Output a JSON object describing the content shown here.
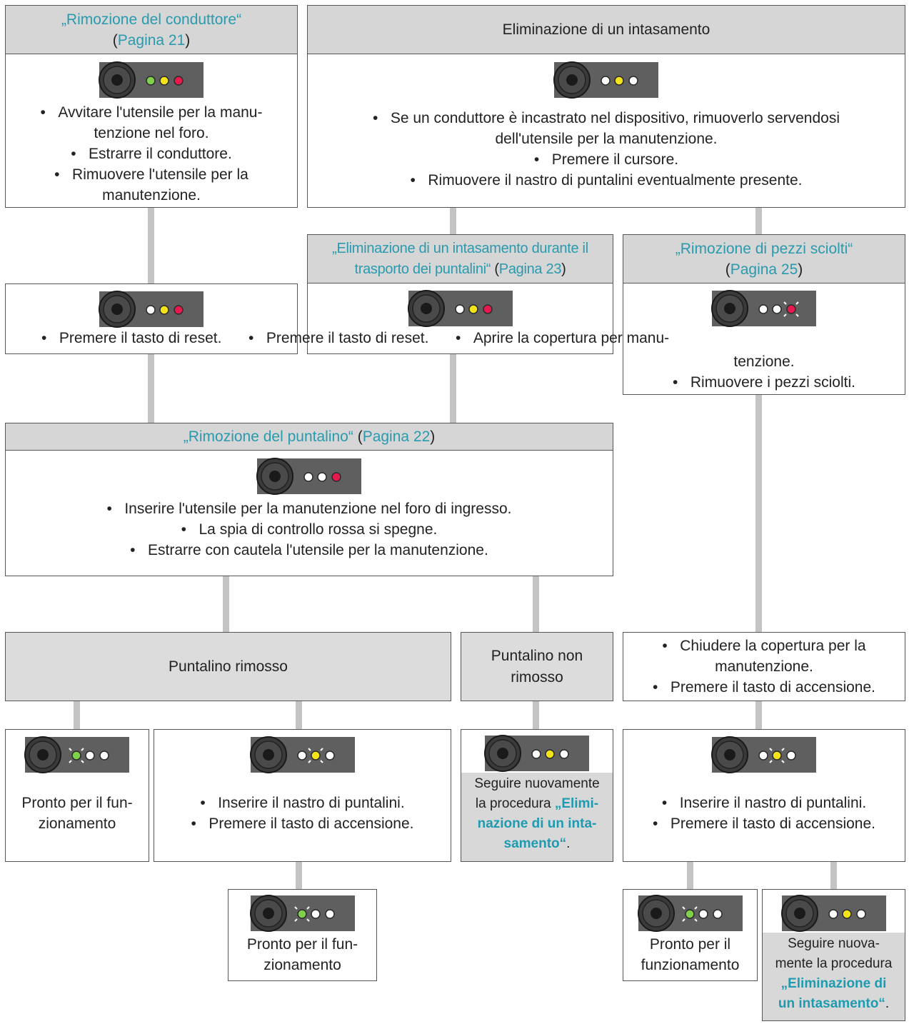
{
  "boxes": {
    "rimozione_conduttore": {
      "title": "„Rimozione del conduttore“",
      "page_ref": "Pagina 21",
      "steps": [
        "Avvitare l'utensile per la manu-",
        "tenzione nel foro.",
        "Estrarre il conduttore.",
        "Rimuovere l'utensile per la",
        "manutenzione."
      ]
    },
    "eliminazione_intasamento": {
      "title": "Eliminazione di un intasamento",
      "steps": [
        "Se un conduttore è incastrato nel dispositivo, rimuoverlo servendosi",
        "dell'utensile per la manutenzione.",
        "Premere il cursore.",
        "Rimuovere il nastro di puntalini eventualmente presente."
      ]
    },
    "eliminazione_trasporto": {
      "title_line1": "„Eliminazione di un intasamento durante il",
      "title_line2": "trasporto dei puntalini“",
      "page_ref": "Pagina 23"
    },
    "rimozione_pezzi": {
      "title": "„Rimozione di pezzi sciolti“",
      "page_ref": "Pagina 25",
      "steps": [
        "tenzione.",
        "Rimuovere i pezzi sciolti."
      ]
    },
    "reset_row": {
      "text_a": "Premere il tasto di reset.",
      "text_b": "Premere il tasto di reset.",
      "text_c": "Aprire la copertura per manu-"
    },
    "rimozione_puntalino": {
      "title": "„Rimozione del puntalino“",
      "page_ref": "Pagina 22",
      "steps": [
        "Inserire l'utensile per la manutenzione nel foro di ingresso.",
        "La spia di controllo rossa si spegne.",
        "Estrarre con cautela l'utensile per la manutenzione."
      ]
    },
    "puntalino_rimosso": {
      "label": "Puntalino rimosso"
    },
    "puntalino_non_rimosso": {
      "line1": "Puntalino non",
      "line2": "rimosso"
    },
    "chiudere": {
      "steps": [
        "Chiudere la copertura per la",
        "manutenzione.",
        "Premere il tasto di accensione."
      ]
    },
    "pronto_1": {
      "line1": "Pronto per il fun-",
      "line2": "zionamento"
    },
    "inserire_1": {
      "steps": [
        "Inserire il nastro di puntalini.",
        "Premere il tasto di accensione."
      ]
    },
    "seguire_1": {
      "line1": "Seguire nuovamente",
      "line2_a": "la procedura ",
      "line2_b": "„Elimi-",
      "line3": "nazione di un inta-",
      "line4": "samento“",
      "line4_end": "."
    },
    "inserire_2": {
      "steps": [
        "Inserire il nastro di puntalini.",
        "Premere il tasto di accensione."
      ]
    },
    "pronto_2": {
      "line1": "Pronto per il fun-",
      "line2": "zionamento"
    },
    "pronto_3": {
      "line1": "Pronto per il",
      "line2": "funzionamento"
    },
    "seguire_2": {
      "line1": "Seguire nuova-",
      "line2": "mente la procedura",
      "line3": "„Eliminazione di",
      "line4": "un intasamento“",
      "line4_end": "."
    }
  },
  "colors": {
    "led_green": "#7fd14a",
    "led_yellow": "#f5e31a",
    "led_red": "#e8194f",
    "led_off": "#ffffff",
    "link": "#2a9aae",
    "header_bg": "#d6d6d6"
  }
}
